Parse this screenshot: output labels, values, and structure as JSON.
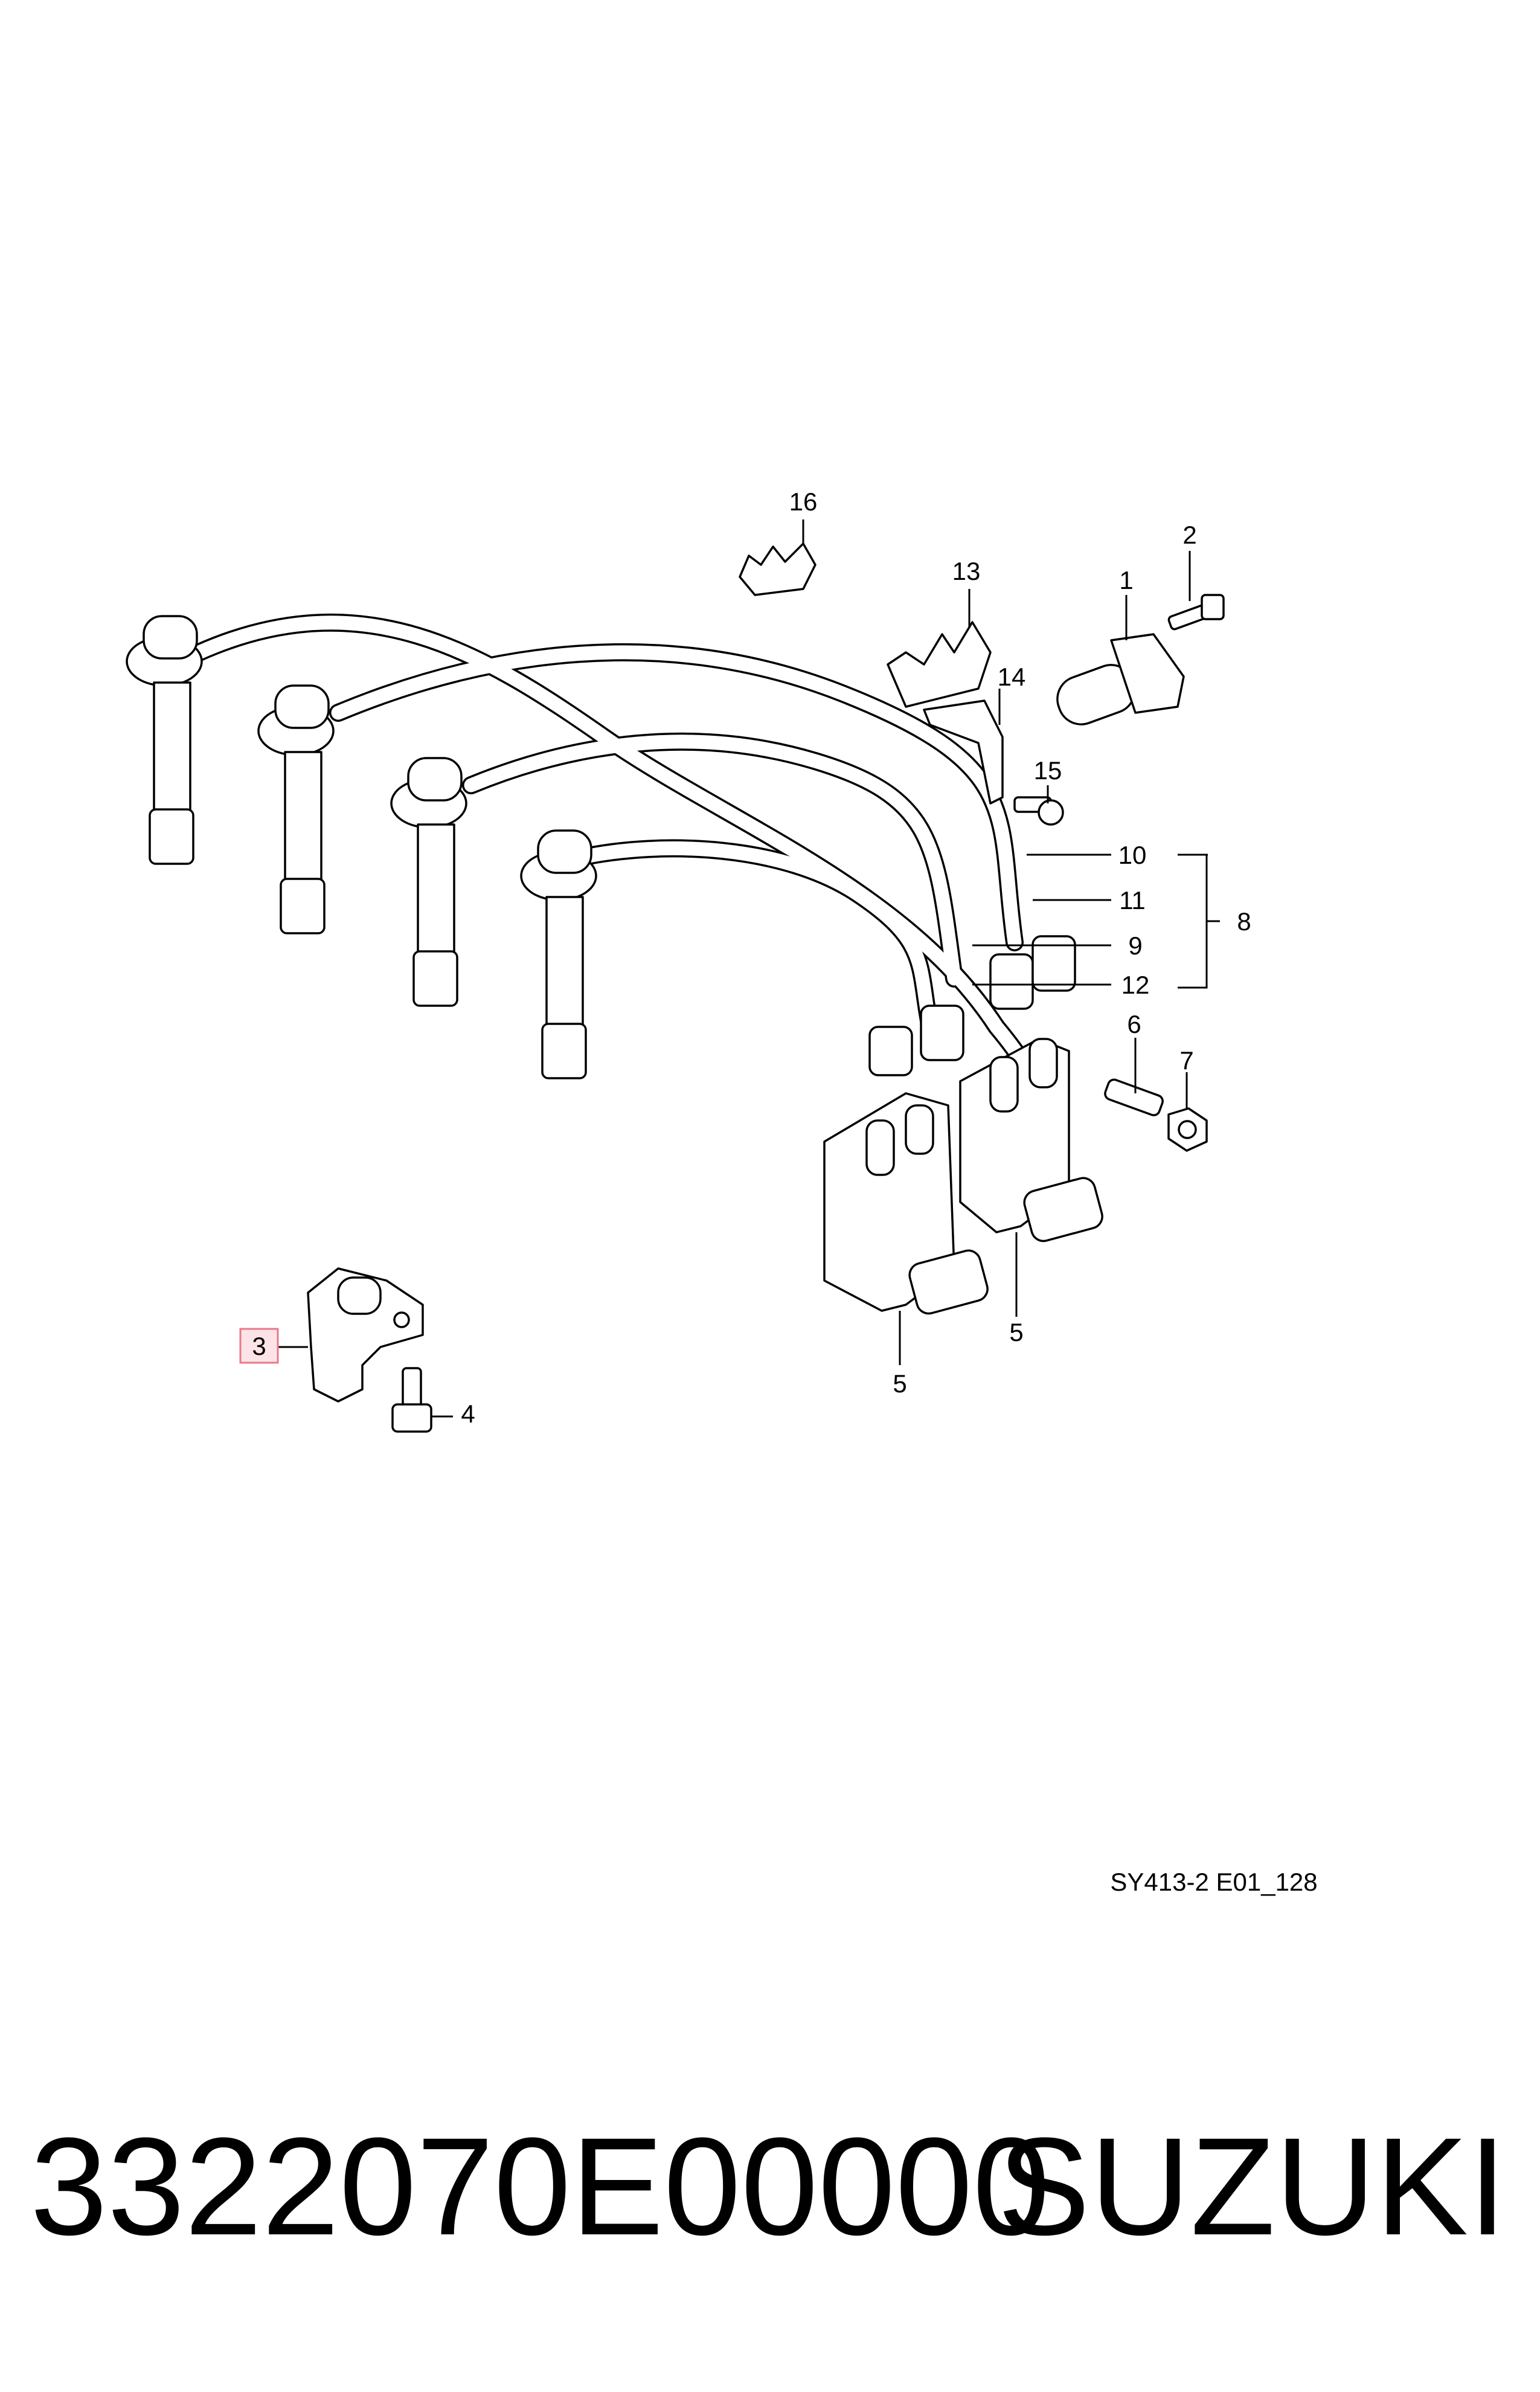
{
  "diagram": {
    "callouts": {
      "c1": "1",
      "c2": "2",
      "c3": "3",
      "c4": "4",
      "c5a": "5",
      "c5b": "5",
      "c6": "6",
      "c7": "7",
      "c8": "8",
      "c9": "9",
      "c10": "10",
      "c11": "11",
      "c12": "12",
      "c13": "13",
      "c14": "14",
      "c15": "15",
      "c16": "16"
    },
    "drawing_code": "SY413-2 E01_128",
    "highlighted_callout": "3",
    "highlight_color": "#e8798a"
  },
  "footer": {
    "part_number": "3322070E00000",
    "brand": "SUZUKI"
  }
}
